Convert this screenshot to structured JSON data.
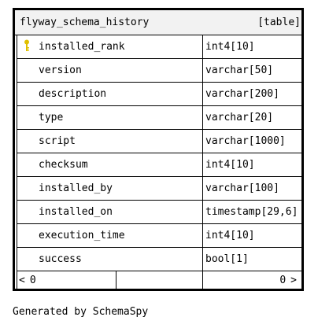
{
  "table": {
    "name": "flyway_schema_history",
    "kind": "[table]",
    "columns": [
      {
        "name": "installed_rank",
        "type": "int4[10]",
        "primary_key": true
      },
      {
        "name": "version",
        "type": "varchar[50]",
        "primary_key": false
      },
      {
        "name": "description",
        "type": "varchar[200]",
        "primary_key": false
      },
      {
        "name": "type",
        "type": "varchar[20]",
        "primary_key": false
      },
      {
        "name": "script",
        "type": "varchar[1000]",
        "primary_key": false
      },
      {
        "name": "checksum",
        "type": "int4[10]",
        "primary_key": false
      },
      {
        "name": "installed_by",
        "type": "varchar[100]",
        "primary_key": false
      },
      {
        "name": "installed_on",
        "type": "timestamp[29,6]",
        "primary_key": false
      },
      {
        "name": "execution_time",
        "type": "int4[10]",
        "primary_key": false
      },
      {
        "name": "success",
        "type": "bool[1]",
        "primary_key": false
      }
    ],
    "footer": {
      "parents_arrow": "<",
      "parents_count": "0",
      "children_count": "0",
      "children_arrow": ">"
    }
  },
  "generated_by": "Generated by SchemaSpy",
  "colors": {
    "border": "#000000",
    "header_bg": "#f2f2f2",
    "key_icon": "#e0c000"
  },
  "icons": {
    "primary_key": "key-icon"
  }
}
